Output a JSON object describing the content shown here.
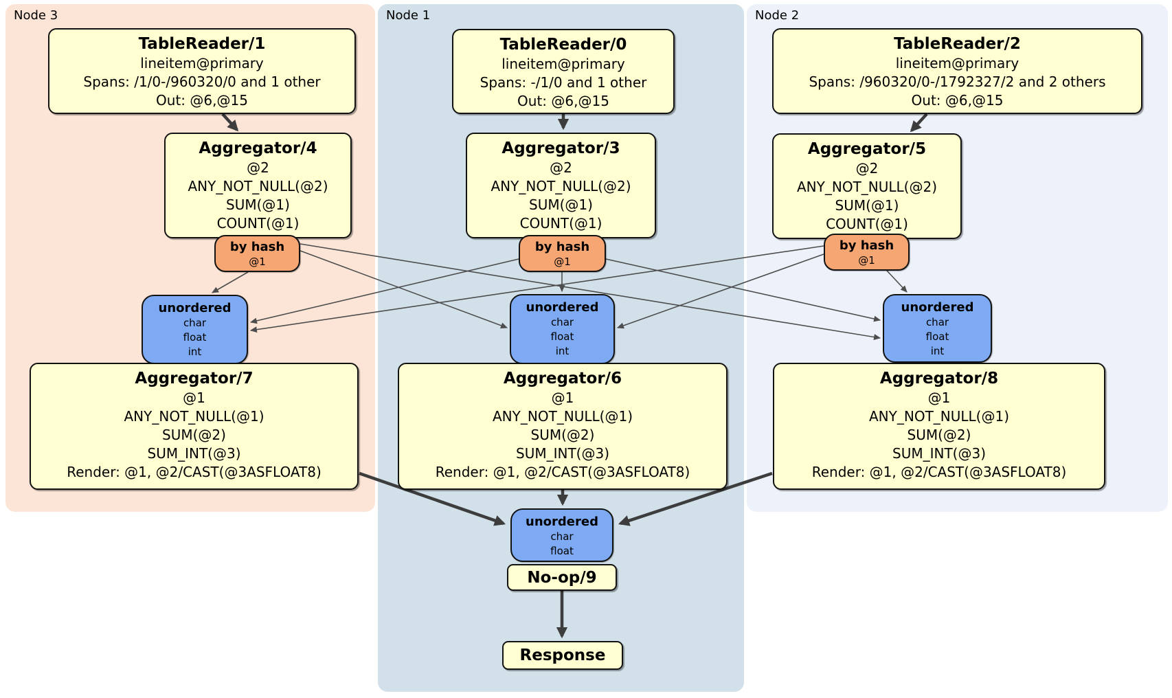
{
  "panels": [
    {
      "label": "Node 3"
    },
    {
      "label": "Node 1"
    },
    {
      "label": "Node 2"
    }
  ],
  "nodes": [
    {
      "id": "tablereader-1",
      "panel": "Node 3",
      "title": "TableReader/1",
      "lines": [
        "lineitem@primary",
        "Spans: /1/0-/960320/0 and 1 other",
        "Out: @6,@15"
      ]
    },
    {
      "id": "aggregator-4",
      "panel": "Node 3",
      "title": "Aggregator/4",
      "lines": [
        "@2",
        "ANY_NOT_NULL(@2)",
        "SUM(@1)",
        "COUNT(@1)"
      ]
    },
    {
      "id": "router-by-hash-4",
      "panel": "Node 3",
      "title": "by hash",
      "lines": [
        "@1"
      ]
    },
    {
      "id": "sync-unordered-7",
      "panel": "Node 3",
      "title": "unordered",
      "lines": [
        "char",
        "float",
        "int"
      ]
    },
    {
      "id": "aggregator-7",
      "panel": "Node 3",
      "title": "Aggregator/7",
      "lines": [
        "@1",
        "ANY_NOT_NULL(@1)",
        "SUM(@2)",
        "SUM_INT(@3)",
        "Render: @1, @2/CAST(@3ASFLOAT8)"
      ]
    },
    {
      "id": "tablereader-0",
      "panel": "Node 1",
      "title": "TableReader/0",
      "lines": [
        "lineitem@primary",
        "Spans: -/1/0 and 1 other",
        "Out: @6,@15"
      ]
    },
    {
      "id": "aggregator-3",
      "panel": "Node 1",
      "title": "Aggregator/3",
      "lines": [
        "@2",
        "ANY_NOT_NULL(@2)",
        "SUM(@1)",
        "COUNT(@1)"
      ]
    },
    {
      "id": "router-by-hash-3",
      "panel": "Node 1",
      "title": "by hash",
      "lines": [
        "@1"
      ]
    },
    {
      "id": "sync-unordered-6",
      "panel": "Node 1",
      "title": "unordered",
      "lines": [
        "char",
        "float",
        "int"
      ]
    },
    {
      "id": "aggregator-6",
      "panel": "Node 1",
      "title": "Aggregator/6",
      "lines": [
        "@1",
        "ANY_NOT_NULL(@1)",
        "SUM(@2)",
        "SUM_INT(@3)",
        "Render: @1, @2/CAST(@3ASFLOAT8)"
      ]
    },
    {
      "id": "tablereader-2",
      "panel": "Node 2",
      "title": "TableReader/2",
      "lines": [
        "lineitem@primary",
        "Spans: /960320/0-/1792327/2 and 2 others",
        "Out: @6,@15"
      ]
    },
    {
      "id": "aggregator-5",
      "panel": "Node 2",
      "title": "Aggregator/5",
      "lines": [
        "@2",
        "ANY_NOT_NULL(@2)",
        "SUM(@1)",
        "COUNT(@1)"
      ]
    },
    {
      "id": "router-by-hash-5",
      "panel": "Node 2",
      "title": "by hash",
      "lines": [
        "@1"
      ]
    },
    {
      "id": "sync-unordered-8",
      "panel": "Node 2",
      "title": "unordered",
      "lines": [
        "char",
        "float",
        "int"
      ]
    },
    {
      "id": "aggregator-8",
      "panel": "Node 2",
      "title": "Aggregator/8",
      "lines": [
        "@1",
        "ANY_NOT_NULL(@1)",
        "SUM(@2)",
        "SUM_INT(@3)",
        "Render: @1, @2/CAST(@3ASFLOAT8)"
      ]
    },
    {
      "id": "sync-unordered-final",
      "panel": "Node 1",
      "title": "unordered",
      "lines": [
        "char",
        "float"
      ]
    },
    {
      "id": "noop-9",
      "panel": "Node 1",
      "title": "No-op/9",
      "lines": []
    },
    {
      "id": "response",
      "panel": "Node 1",
      "title": "Response",
      "lines": []
    }
  ],
  "edges": [
    {
      "from": "tablereader-1",
      "to": "aggregator-4",
      "type": "flow"
    },
    {
      "from": "tablereader-0",
      "to": "aggregator-3",
      "type": "flow"
    },
    {
      "from": "tablereader-2",
      "to": "aggregator-5",
      "type": "flow"
    },
    {
      "from": "router-by-hash-4",
      "to": "sync-unordered-7",
      "type": "stream"
    },
    {
      "from": "router-by-hash-4",
      "to": "sync-unordered-6",
      "type": "stream"
    },
    {
      "from": "router-by-hash-4",
      "to": "sync-unordered-8",
      "type": "stream"
    },
    {
      "from": "router-by-hash-3",
      "to": "sync-unordered-7",
      "type": "stream"
    },
    {
      "from": "router-by-hash-3",
      "to": "sync-unordered-6",
      "type": "stream"
    },
    {
      "from": "router-by-hash-3",
      "to": "sync-unordered-8",
      "type": "stream"
    },
    {
      "from": "router-by-hash-5",
      "to": "sync-unordered-7",
      "type": "stream"
    },
    {
      "from": "router-by-hash-5",
      "to": "sync-unordered-6",
      "type": "stream"
    },
    {
      "from": "router-by-hash-5",
      "to": "sync-unordered-8",
      "type": "stream"
    },
    {
      "from": "aggregator-7",
      "to": "sync-unordered-final",
      "type": "flow"
    },
    {
      "from": "aggregator-6",
      "to": "sync-unordered-final",
      "type": "flow"
    },
    {
      "from": "aggregator-8",
      "to": "sync-unordered-final",
      "type": "flow"
    },
    {
      "from": "noop-9",
      "to": "response",
      "type": "flow"
    }
  ],
  "colors": {
    "panel_node3": "#fce5d7",
    "panel_node1": "#d2e0e9",
    "panel_node2": "#edf2fa",
    "processor_fill": "#ffffd2",
    "router_fill": "#f6a673",
    "sync_fill": "#7daaf2",
    "edge": "#3d3d3d"
  }
}
